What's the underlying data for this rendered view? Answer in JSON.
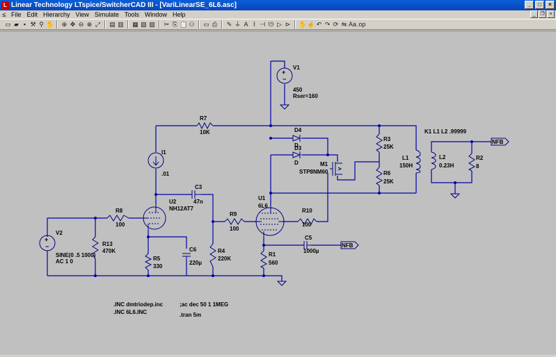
{
  "window": {
    "title": "Linear Technology LTspice/SwitcherCAD III - [VariLinearSE_6L6.asc]"
  },
  "menu": [
    "File",
    "Edit",
    "Hierarchy",
    "View",
    "Simulate",
    "Tools",
    "Window",
    "Help"
  ],
  "toolbar_icons": [
    "new-schematic",
    "open",
    "save",
    "control-panel",
    "run",
    "halt",
    "zoom-in",
    "pan",
    "zoom-out",
    "zoom-fit",
    "autoscale",
    "tile",
    "cascade",
    "close-all",
    "cut",
    "copy",
    "paste",
    "find",
    "print",
    "print-preview",
    "draw-wire",
    "ground",
    "label-net",
    "component",
    "resistor",
    "capacitor",
    "inductor",
    "diode",
    "move",
    "drag",
    "undo",
    "redo",
    "rotate",
    "mirror",
    "text",
    "spice-directive"
  ],
  "schematic": {
    "components": {
      "V1": {
        "name": "V1",
        "value": "450",
        "extra": "Rser=160"
      },
      "V2": {
        "name": "V2",
        "value": "SINE(0 .5 1000)",
        "extra": "AC 1 0"
      },
      "R7": {
        "name": "R7",
        "value": "10K"
      },
      "I1": {
        "name": "I1",
        "value": ".01"
      },
      "C3": {
        "name": "C3",
        "value": "47n"
      },
      "U2": {
        "name": "U2",
        "value": "NH12AT7"
      },
      "R8": {
        "name": "R8",
        "value": "100"
      },
      "R13": {
        "name": "R13",
        "value": "470K"
      },
      "R5": {
        "name": "R5",
        "value": "330"
      },
      "C6": {
        "name": "C6",
        "value": "220µ"
      },
      "R4": {
        "name": "R4",
        "value": "220K"
      },
      "R9": {
        "name": "R9",
        "value": "100"
      },
      "U1": {
        "name": "U1",
        "value": "6L6"
      },
      "R10": {
        "name": "R10",
        "value": "100"
      },
      "R1": {
        "name": "R1",
        "value": "560"
      },
      "C5": {
        "name": "C5",
        "value": "1000µ"
      },
      "D4": {
        "name": "D4",
        "value": "D"
      },
      "D3": {
        "name": "D3",
        "value": "D"
      },
      "M1": {
        "name": "M1",
        "value": "STP8NM60"
      },
      "R3": {
        "name": "R3",
        "value": "25K"
      },
      "R6": {
        "name": "R6",
        "value": "25K"
      },
      "L1": {
        "name": "L1",
        "value": "150H"
      },
      "L2": {
        "name": "L2",
        "value": "0.23H"
      },
      "R2": {
        "name": "R2",
        "value": "8"
      }
    },
    "labels": {
      "nfb_out": "NFB",
      "nfb_in": "NFB"
    },
    "directives": {
      "coupling": "K1 L1 L2 .99999",
      "inc1": ".INC dmtriodep.inc",
      "inc2": ".INC 6L6.INC",
      "ac": ";ac dec 50 1 1MEG",
      "tran": ".tran 5m"
    }
  }
}
